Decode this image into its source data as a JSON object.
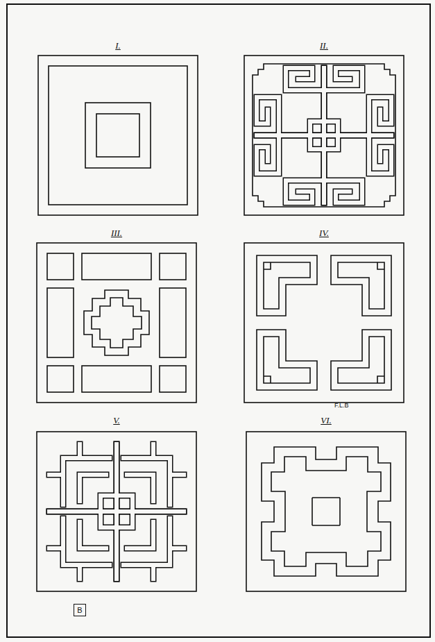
{
  "diagram": {
    "nodes": [
      {
        "text": [
          "I."
        ]
      },
      {
        "text": [
          "II."
        ]
      },
      {
        "text": [
          "III."
        ]
      },
      {
        "text": [
          "IV."
        ]
      },
      {
        "text": [
          "V."
        ]
      },
      {
        "text": [
          "VI."
        ]
      },
      {
        "text": [
          "B"
        ]
      }
    ],
    "labels": [
      "F.L.B"
    ]
  }
}
